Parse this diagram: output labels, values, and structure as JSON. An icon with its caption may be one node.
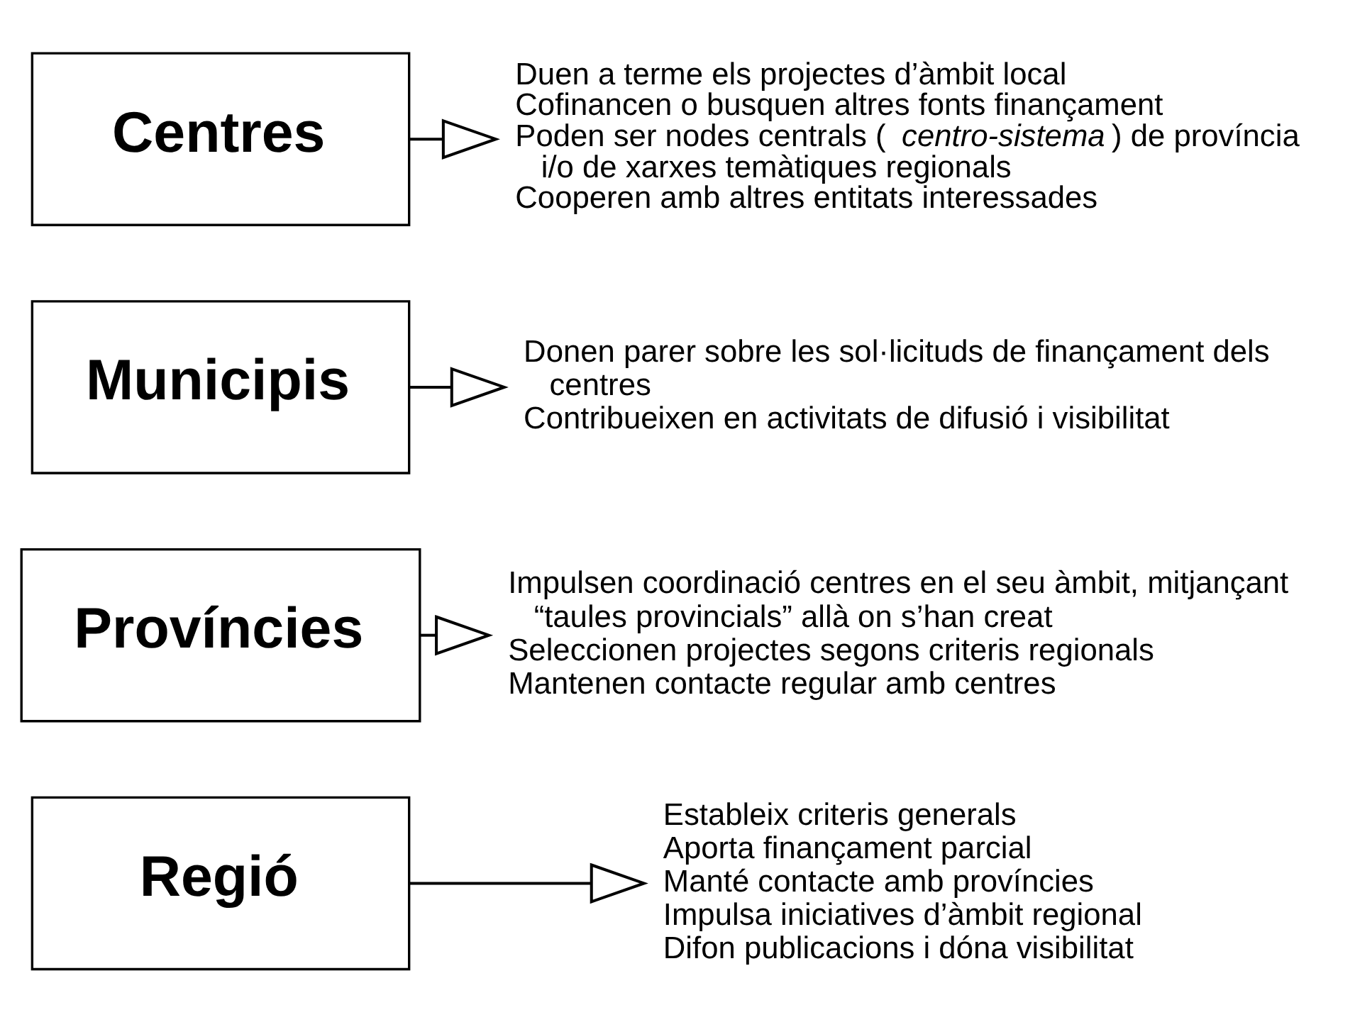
{
  "diagram": {
    "nodes": [
      {
        "text": [
          "Regió"
        ]
      },
      {
        "text": [
          "Estableix criteris generals",
          "Aporta finançament parcial",
          "Manté contacte amb províncies",
          "Impulsa iniciatives d’àmbit regional",
          "Difon publicacions i dóna visibilitat"
        ]
      },
      {
        "text": [
          "Províncies"
        ]
      },
      {
        "text": [
          "Impulsen coordinació centres en el seu àmbit, mitjançant “taules provincials” allà on s’han creat",
          "Seleccionen projectes segons criteris regionals",
          "Mantenen contacte regular amb centres"
        ]
      },
      {
        "text": [
          "Municipis"
        ]
      },
      {
        "text": [
          "Donen parer sobre les sol·licituds de finançament dels centres",
          "Contribueixen en activitats de difusió i visibilitat"
        ]
      },
      {
        "text": [
          "Centres"
        ]
      },
      {
        "text": [
          "Duen a terme els projectes d’àmbit local",
          "Cofinancen o busquen altres fonts finançament",
          "Poden ser nodes centrals (*centro-sistema*) de província i/o de xarxes temàtiques regionals",
          "Cooperen amb altres entitats interessades"
        ]
      }
    ],
    "edges": [
      {
        "from": 0,
        "to": 1,
        "arrow": "to"
      },
      {
        "from": 2,
        "to": 3,
        "arrow": "to"
      },
      {
        "from": 4,
        "to": 5,
        "arrow": "to"
      },
      {
        "from": 6,
        "to": 7,
        "arrow": "to"
      }
    ]
  }
}
